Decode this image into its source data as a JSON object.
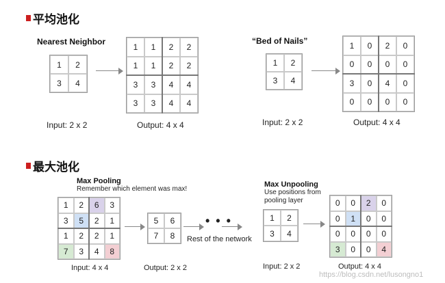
{
  "section1": {
    "title": "平均池化",
    "nearest": {
      "title": "Nearest Neighbor",
      "input": [
        [
          "1",
          "2"
        ],
        [
          "3",
          "4"
        ]
      ],
      "input_caption": "Input: 2 x 2",
      "output": [
        [
          "1",
          "1",
          "2",
          "2"
        ],
        [
          "1",
          "1",
          "2",
          "2"
        ],
        [
          "3",
          "3",
          "4",
          "4"
        ],
        [
          "3",
          "3",
          "4",
          "4"
        ]
      ],
      "output_caption": "Output: 4 x 4"
    },
    "bed": {
      "title": "“Bed of Nails”",
      "input": [
        [
          "1",
          "2"
        ],
        [
          "3",
          "4"
        ]
      ],
      "input_caption": "Input: 2 x 2",
      "output": [
        [
          "1",
          "0",
          "2",
          "0"
        ],
        [
          "0",
          "0",
          "0",
          "0"
        ],
        [
          "3",
          "0",
          "4",
          "0"
        ],
        [
          "0",
          "0",
          "0",
          "0"
        ]
      ],
      "output_caption": "Output: 4 x 4"
    }
  },
  "section2": {
    "title": "最大池化",
    "maxpool": {
      "title": "Max Pooling",
      "subtitle": "Remember which element was max!",
      "input": [
        [
          "1",
          "2",
          "6",
          "3"
        ],
        [
          "3",
          "5",
          "2",
          "1"
        ],
        [
          "1",
          "2",
          "2",
          "1"
        ],
        [
          "7",
          "3",
          "4",
          "8"
        ]
      ],
      "input_caption": "Input: 4 x 4",
      "output": [
        [
          "5",
          "6"
        ],
        [
          "7",
          "8"
        ]
      ],
      "output_caption": "Output: 2 x 2",
      "rest_label": "Rest of the network"
    },
    "unpool": {
      "title": "Max Unpooling",
      "subtitle_line1": "Use positions from",
      "subtitle_line2": "pooling layer",
      "input": [
        [
          "1",
          "2"
        ],
        [
          "3",
          "4"
        ]
      ],
      "input_caption": "Input: 2 x 2",
      "output": [
        [
          "0",
          "0",
          "2",
          "0"
        ],
        [
          "0",
          "1",
          "0",
          "0"
        ],
        [
          "0",
          "0",
          "0",
          "0"
        ],
        [
          "3",
          "0",
          "0",
          "4"
        ]
      ],
      "output_caption": "Output: 4 x 4"
    }
  },
  "colors": {
    "purple": "#d9d2ea",
    "blue": "#cfe0f5",
    "green": "#d6ead3",
    "pink": "#f3cfd3",
    "title_marker": "#cc1f1f"
  },
  "watermark": "https://blog.csdn.net/lusongno1"
}
